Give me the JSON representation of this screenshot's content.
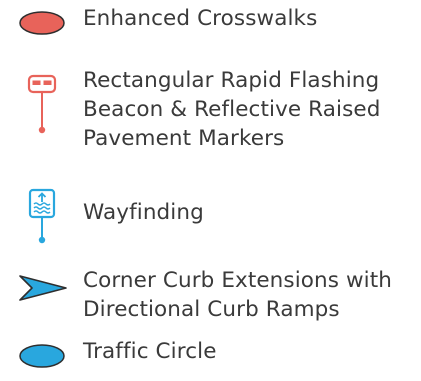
{
  "legend": {
    "items": [
      {
        "key": "enhanced-crosswalks",
        "lines": [
          "Enhanced Crosswalks"
        ],
        "icon": "red-oval-icon",
        "color": "#e8635a"
      },
      {
        "key": "rrfb",
        "lines": [
          "Rectangular Rapid Flashing",
          "Beacon & Reflective Raised",
          "Pavement Markers"
        ],
        "icon": "flashing-beacon-sign-icon",
        "color": "#e8635a"
      },
      {
        "key": "wayfinding",
        "lines": [
          "Wayfinding"
        ],
        "icon": "wayfinding-sign-icon",
        "color": "#29a7de"
      },
      {
        "key": "curb-extensions",
        "lines": [
          "Corner Curb Extensions with",
          "Directional Curb Ramps"
        ],
        "icon": "curb-extension-chevron-icon",
        "color": "#29a7de"
      },
      {
        "key": "traffic-circle",
        "lines": [
          "Traffic Circle"
        ],
        "icon": "blue-oval-icon",
        "color": "#29a7de"
      }
    ]
  }
}
